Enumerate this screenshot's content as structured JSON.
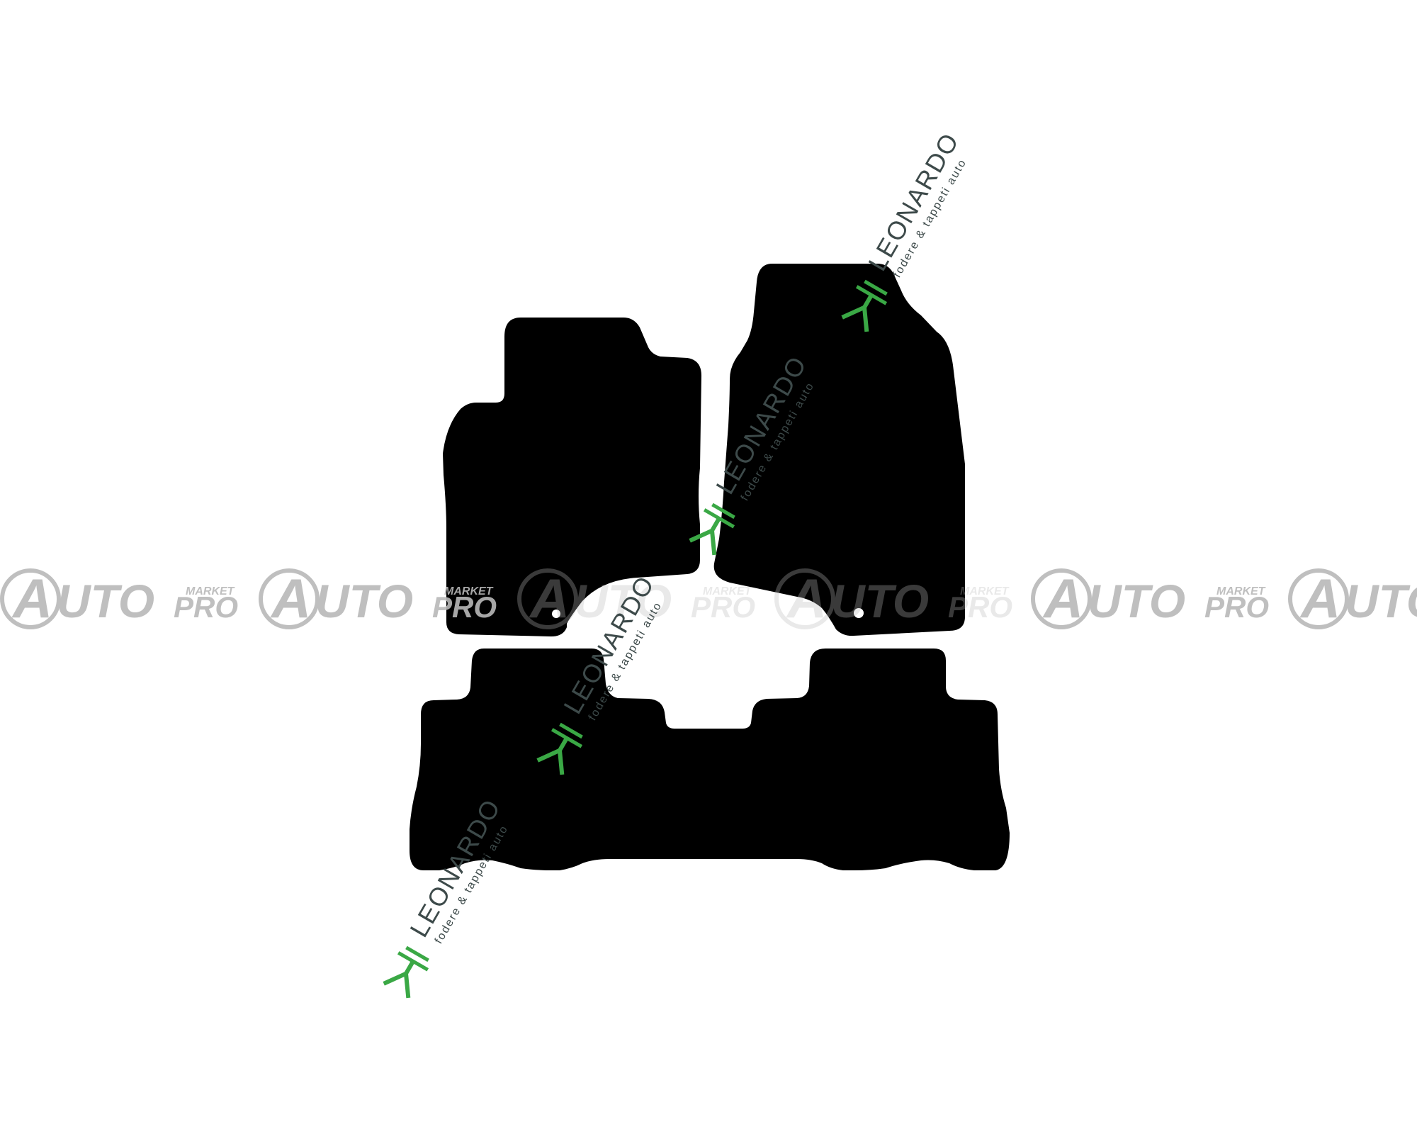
{
  "product": {
    "items": [
      {
        "name": "front-left-mat",
        "color": "#000000"
      },
      {
        "name": "front-right-mat",
        "color": "#000000"
      },
      {
        "name": "rear-mat",
        "color": "#000000"
      }
    ],
    "mat_color": "#000000"
  },
  "watermarks": {
    "leonardo": {
      "brand": "LEONARDO",
      "tagline": "fodere & tappeti auto",
      "text_color": "#3d4a4a",
      "icon_color": "#3aa845",
      "icon": "leonardo-logo-icon"
    },
    "autopro": {
      "brand_main": "AUTO",
      "brand_pro": "PRO",
      "brand_market": "MARKET",
      "color": "#b9b9b9",
      "icon": "autopro-circle-logo-icon"
    }
  },
  "background_color": "#ffffff"
}
